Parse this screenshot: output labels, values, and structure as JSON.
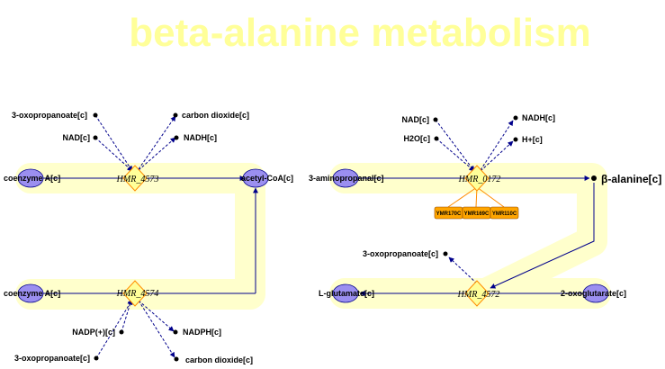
{
  "title": "beta-alanine metabolism",
  "colors": {
    "title": "#ffff99",
    "band": "#ffffcc",
    "edge": "#00008b",
    "metabolite_fill": "#9b8ff0",
    "reaction_fill": "#ffff99",
    "reaction_stroke": "#ff8c00",
    "gene_fill": "#ffa500"
  },
  "reactions": {
    "r4573": {
      "label": "HMR_4573",
      "inputs": [
        "3-oxopropanoate[c]",
        "NAD[c]"
      ],
      "outputs": [
        "carbon dioxide[c]",
        "NADH[c]"
      ],
      "main_in": "coenzyme A[c]",
      "main_out": "acetyl-CoA[c]"
    },
    "r4574": {
      "label": "HMR_4574",
      "inputs": [
        "NADP(+)[c]",
        "3-oxopropanoate[c]"
      ],
      "outputs": [
        "NADPH[c]",
        "carbon dioxide[c]"
      ],
      "main_in": "coenzyme A[c]"
    },
    "r0172": {
      "label": "HMR_0172",
      "inputs": [
        "NAD[c]",
        "H2O[c]"
      ],
      "outputs": [
        "NADH[c]",
        "H+[c]"
      ],
      "main_in": "3-aminopropanal[c]",
      "main_out": "β-alanine[c]",
      "genes": [
        "YMR170C",
        "YMR169C",
        "YMR110C"
      ]
    },
    "r4572": {
      "label": "HMR_4572",
      "outputs": [
        "3-oxopropanoate[c]"
      ],
      "main_in": "L-glutamate[c]",
      "main_out": "2-oxoglutarate[c]"
    }
  }
}
